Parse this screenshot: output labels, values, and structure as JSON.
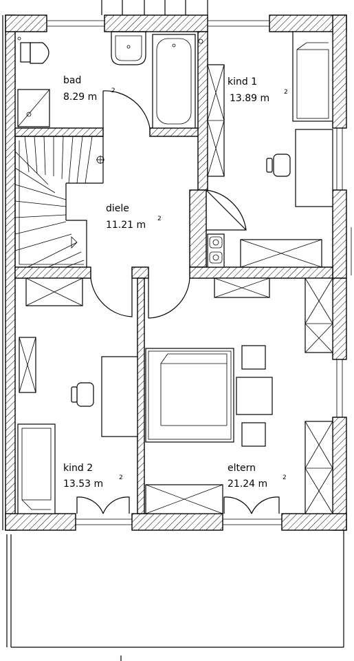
{
  "rooms": {
    "bad": {
      "name": "bad",
      "area": "8.29 m"
    },
    "kind1": {
      "name": "kind  1",
      "area": "13.89 m"
    },
    "diele": {
      "name": "diele",
      "area": "11.21 m"
    },
    "kind2": {
      "name": "kind  2",
      "area": "13.53 m"
    },
    "eltern": {
      "name": "eltern",
      "area": "21.24 m"
    }
  },
  "unit_superscript": "2"
}
